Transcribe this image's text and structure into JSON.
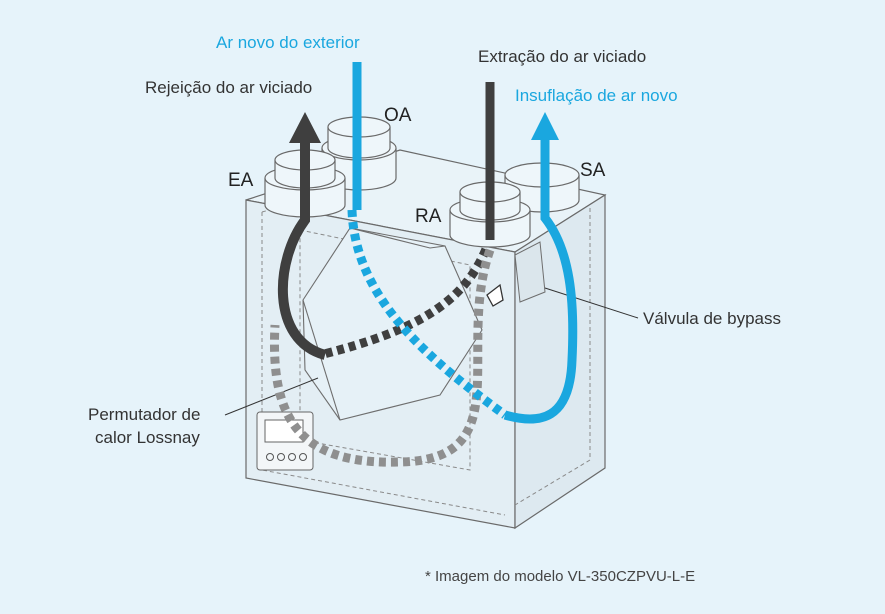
{
  "labels": {
    "outdoor_air_in": "Ar novo do exterior",
    "exhaust_out": "Rejeição do ar viciado",
    "return_extract": "Extração do ar viciado",
    "supply_out": "Insuflação de ar novo",
    "bypass_valve": "Válvula de bypass",
    "heat_exchanger_line1": "Permutador de",
    "heat_exchanger_line2": "calor Lossnay"
  },
  "ports": {
    "oa": "OA",
    "ea": "EA",
    "ra": "RA",
    "sa": "SA"
  },
  "footnote": "* Imagem do modelo VL-350CZPVU-L-E",
  "colors": {
    "fresh_air": "#1aa7df",
    "stale_air": "#3f3f3f",
    "background": "#e6f3fa"
  }
}
